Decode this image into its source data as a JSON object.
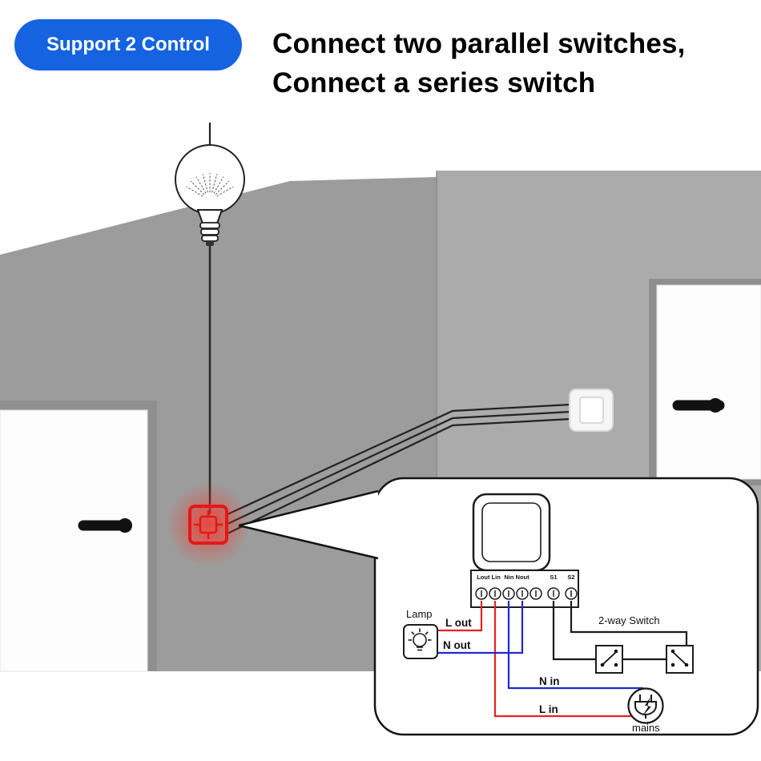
{
  "badge": {
    "label": "Support 2 Control",
    "bg_color": "#1563e0",
    "text_color": "#ffffff"
  },
  "title": {
    "line1": "Connect two parallel switches,",
    "line2": "Connect a series switch",
    "color": "#000000"
  },
  "scene": {
    "wall_color": "#9c9c9c",
    "right_wall_color": "#ababab",
    "door_frame_color": "#8f8f8f",
    "glow_color": "#ff2a1e",
    "switch_outline_color": "#e61717"
  },
  "callout": {
    "terminals": [
      "Lout Lin",
      "Nin Nout",
      "S1",
      "S2"
    ],
    "lamp_label": "Lamp",
    "l_out_label": "L out",
    "n_out_label": "N out",
    "two_way_switch_label": "2-way Switch",
    "n_in_label": "N in",
    "l_in_label": "L in",
    "mains_label": "mains",
    "wire_colors": {
      "live": "#e8231d",
      "neutral": "#2328d2",
      "switch": "#1a1a1a"
    }
  }
}
